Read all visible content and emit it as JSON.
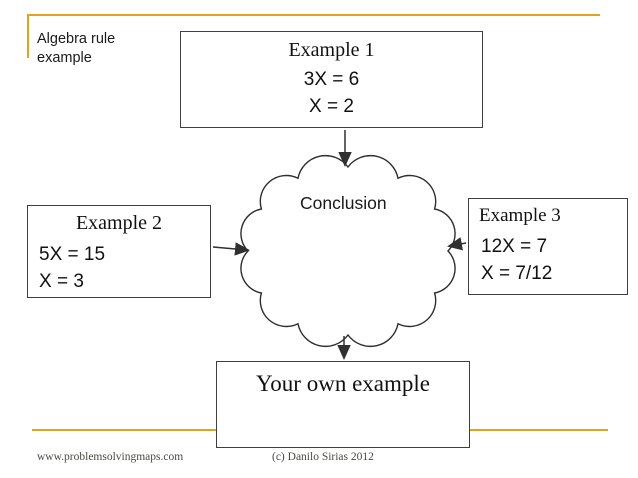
{
  "slide": {
    "label": "Algebra rule example"
  },
  "nodes": {
    "example1": {
      "title": "Example 1",
      "lines": [
        "3X = 6",
        "X = 2"
      ]
    },
    "example2": {
      "title": "Example 2",
      "lines": [
        "5X = 15",
        "X = 3"
      ]
    },
    "example3": {
      "title": "Example 3",
      "lines": [
        "12X = 7",
        "X = 7/12"
      ]
    },
    "conclusion": {
      "title": "Conclusion"
    },
    "your_example": {
      "title": "Your own example"
    }
  },
  "edges": [
    {
      "from": "example1",
      "to": "conclusion"
    },
    {
      "from": "example2",
      "to": "conclusion"
    },
    {
      "from": "example3",
      "to": "conclusion"
    },
    {
      "from": "conclusion",
      "to": "your_example"
    }
  ],
  "footer": {
    "website": "www.problemsolvingmaps.com",
    "copyright": "(c) Danilo Sirias 2012"
  },
  "colors": {
    "accent_gold": "#E3A31F",
    "box_border": "#3F3F3F",
    "arrow": "#303030",
    "text": "#111111",
    "footer_text": "#4A4A44"
  }
}
